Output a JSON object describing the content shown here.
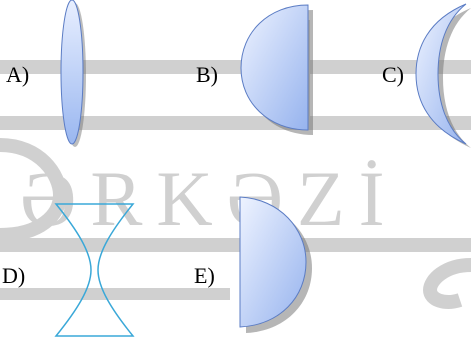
{
  "watermark": {
    "text": "ƏRKƏZİ",
    "color": "#c8c8c8"
  },
  "options": {
    "a": {
      "label": "A)",
      "shape": "biconvex-lens"
    },
    "b": {
      "label": "B)",
      "shape": "plano-convex-lens"
    },
    "c": {
      "label": "C)",
      "shape": "meniscus-lens"
    },
    "d": {
      "label": "D)",
      "shape": "biconcave-lens"
    },
    "e": {
      "label": "E)",
      "shape": "plano-convex-lens"
    }
  },
  "colors": {
    "lens_fill_light": "#e6eeff",
    "lens_fill_dark": "#9bb8f0",
    "lens_stroke": "#5b7cc4",
    "lens_shadow": "#7a7a7a",
    "concave_stroke": "#3aa8d8"
  }
}
